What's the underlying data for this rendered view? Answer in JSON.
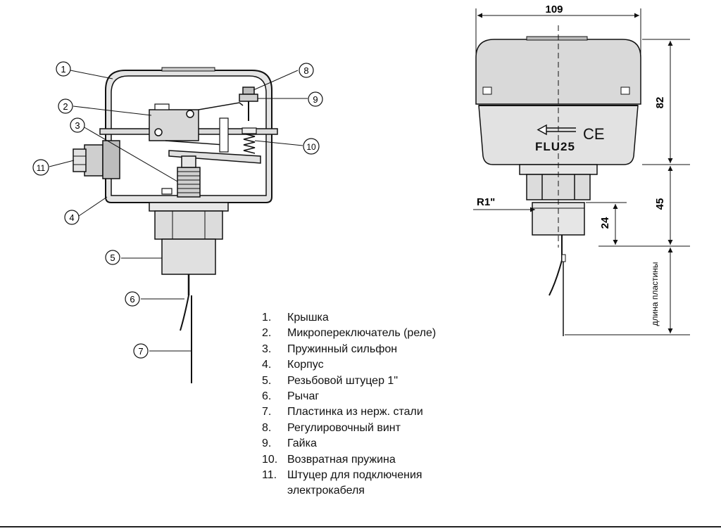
{
  "callouts": [
    "1",
    "2",
    "3",
    "4",
    "5",
    "6",
    "7",
    "8",
    "9",
    "10",
    "11"
  ],
  "legend": [
    {
      "num": "1.",
      "text": "Крышка"
    },
    {
      "num": "2.",
      "text": "Микропереключатель (реле)"
    },
    {
      "num": "3.",
      "text": "Пружинный сильфон"
    },
    {
      "num": "4.",
      "text": "Корпус"
    },
    {
      "num": "5.",
      "text": "Резьбовой штуцер 1\""
    },
    {
      "num": "6.",
      "text": "Рычаг"
    },
    {
      "num": "7.",
      "text": "Пластинка из нерж. стали"
    },
    {
      "num": "8.",
      "text": "Регулировочный винт"
    },
    {
      "num": "9.",
      "text": "Гайка"
    },
    {
      "num": "10.",
      "text": "Возвратная пружина"
    },
    {
      "num": "11.",
      "text": "Штуцер для подключения электрокабеля"
    }
  ],
  "dimensions": {
    "width": "109",
    "cover_height": "82",
    "body_height": "45",
    "thread_length": "24",
    "thread": "R1\"",
    "blade_length": "длина пластины"
  },
  "product_label": "FLU25",
  "ce_mark": "CE"
}
